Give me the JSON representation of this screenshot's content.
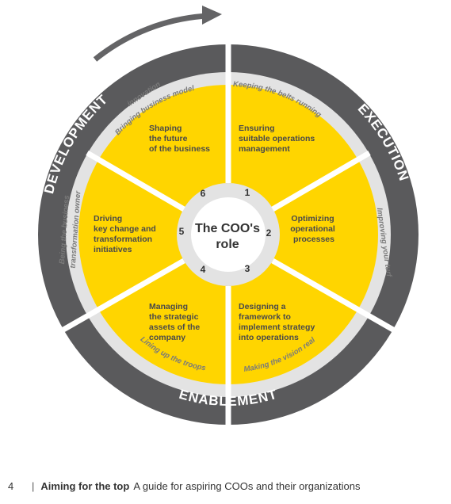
{
  "center": {
    "line1": "The COO's",
    "line2": "role"
  },
  "numbers": [
    "1",
    "2",
    "3",
    "4",
    "5",
    "6"
  ],
  "segments": [
    {
      "lines": [
        "Ensuring",
        "suitable operations",
        "management"
      ]
    },
    {
      "lines": [
        "Optimizing",
        "operational",
        "processes"
      ]
    },
    {
      "lines": [
        "Designing a",
        "framework to",
        "implement strategy",
        "into operations"
      ]
    },
    {
      "lines": [
        "Managing",
        "the strategic",
        "assets of the",
        "company"
      ]
    },
    {
      "lines": [
        "Driving",
        "key change and",
        "transformation",
        "initiatives"
      ]
    },
    {
      "lines": [
        "Shaping",
        "the future",
        "of the business"
      ]
    }
  ],
  "ring_labels": {
    "keeping": "Keeping the belts running",
    "improving": "Improving your turf",
    "making": "Making the vision real",
    "lining": "Lining up the troops",
    "being_1": "Being the business",
    "being_2": "transformation owner",
    "bringing_1": "Bringing business model",
    "bringing_2": "innovation"
  },
  "outer_labels": {
    "development": "DEVELOPMENT",
    "execution": "EXECUTION",
    "enablement": "ENABLEMENT"
  },
  "footer": {
    "page": "4",
    "title": "Aiming for the top",
    "subtitle": "A guide for aspiring COOs and their organizations"
  },
  "colors": {
    "yellow": "#FFD500",
    "light_gray": "#E3E3E3",
    "dark_gray": "#5A5A5C",
    "arrow_gray": "#646466",
    "text_gray": "#4A4A4A"
  }
}
